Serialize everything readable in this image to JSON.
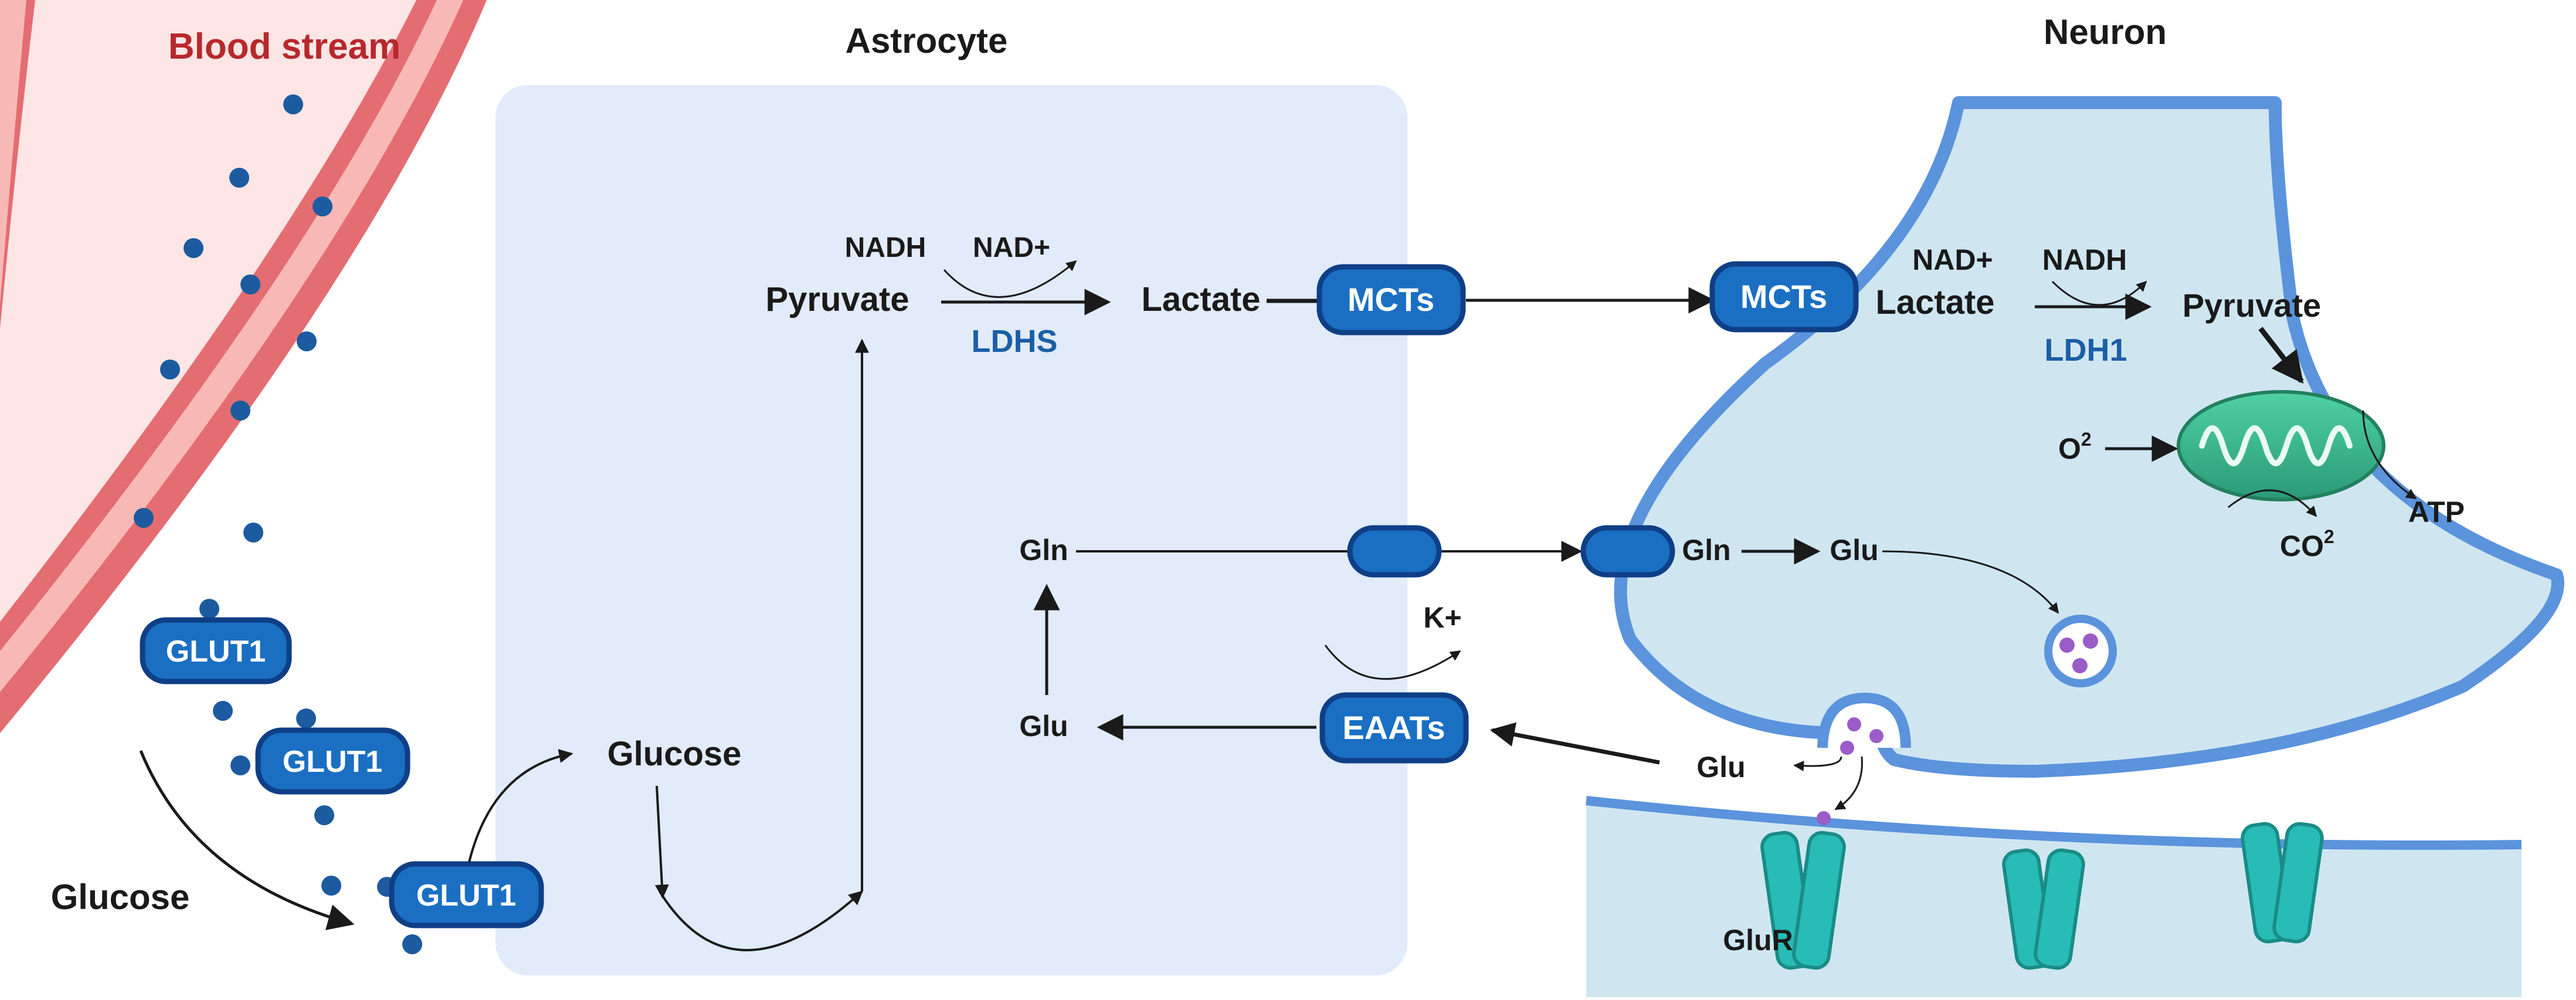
{
  "titles": {
    "blood_stream": "Blood stream",
    "astrocyte": "Astrocyte",
    "neuron": "Neuron"
  },
  "transporters": {
    "glut1_a": "GLUT1",
    "glut1_b": "GLUT1",
    "glut1_c": "GLUT1",
    "mcts_astro": "MCTs",
    "mcts_neuron": "MCTs",
    "eaats": "EAATs"
  },
  "molecules": {
    "glucose_blood": "Glucose",
    "glucose_astro": "Glucose",
    "pyruvate_astro": "Pyruvate",
    "nadh_astro": "NADH",
    "nadplus_astro": "NAD+",
    "ldhs": "LDHS",
    "lactate_astro": "Lactate",
    "nadplus_neuron": "NAD+",
    "nadh_neuron": "NADH",
    "lactate_neuron": "Lactate",
    "pyruvate_neuron": "Pyruvate",
    "ldh1": "LDH1",
    "o2": "O",
    "o2_sup": "2",
    "atp": "ATP",
    "co2": "CO",
    "co2_sup": "2",
    "gln_astro": "Gln",
    "gln_neuron": "Gln",
    "glu_neuron": "Glu",
    "glu_astro": "Glu",
    "glu_cleft": "Glu",
    "kplus": "K+",
    "glur": "GluR"
  },
  "colors": {
    "vessel_outer": "#e46d72",
    "vessel_mid": "#f8b9b6",
    "vessel_inner": "#fde6e5",
    "astrocyte_bg": "#e1ebfa",
    "neuron_fill": "#cfe6f1",
    "neuron_border": "#5b93dc",
    "pill_fill": "#1a6fc2",
    "pill_border": "#0f3f86",
    "enzyme_text": "#1c5ea6",
    "blood_title": "#b7282c",
    "glucose_dot": "#1c5b9f",
    "mito_fill": "#37b68e",
    "receptor_fill": "#28bcb6",
    "vesicle_dot": "#9a5cc8"
  }
}
